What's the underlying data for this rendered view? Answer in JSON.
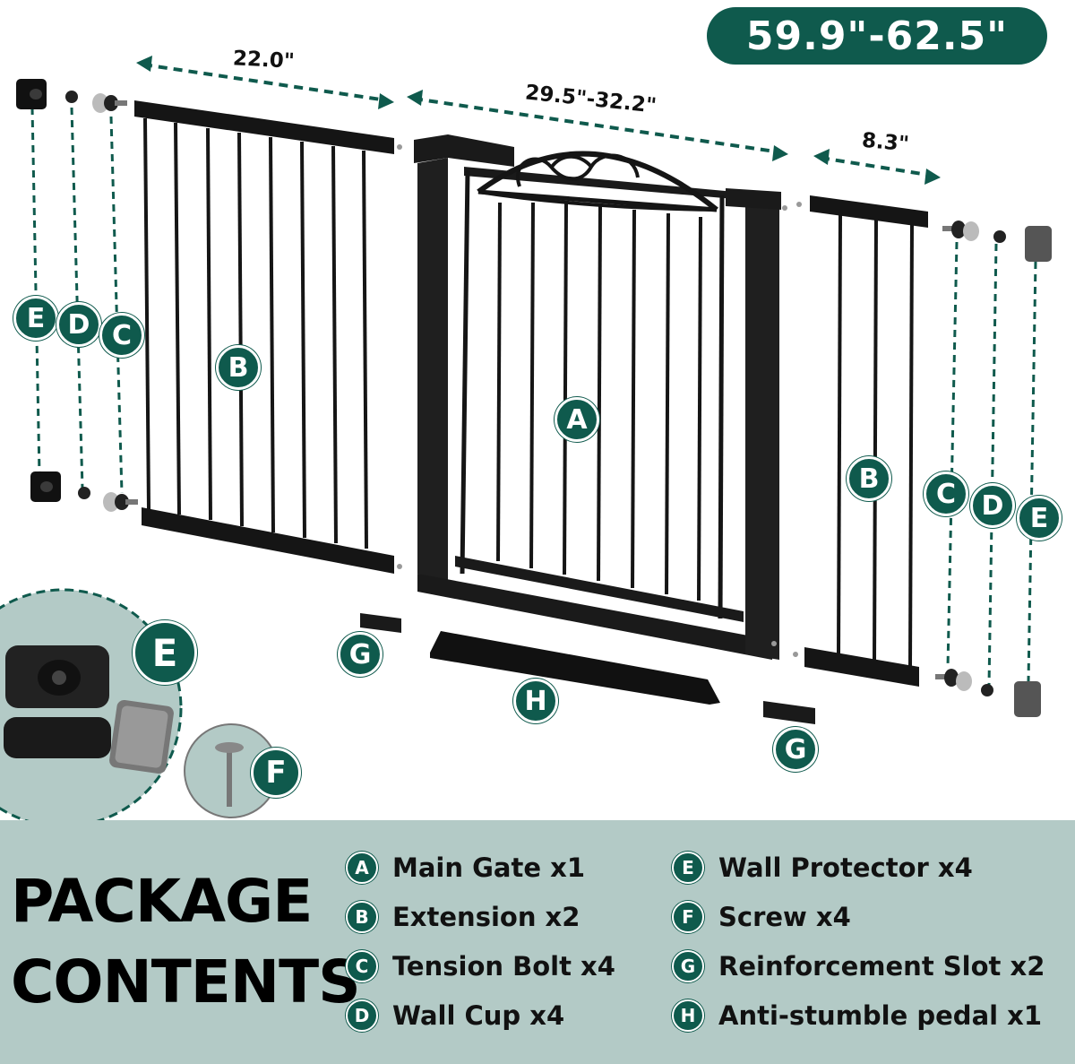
{
  "total_width": "59.9\"-62.5\"",
  "dimensions": {
    "left_extension": "22.0\"",
    "main_gate": "29.5\"-32.2\"",
    "right_extension": "8.3\""
  },
  "part_labels": {
    "main_gate": "A",
    "extension": "B",
    "tension_bolt": "C",
    "wall_cup": "D",
    "wall_protector": "E",
    "screw": "F",
    "slot": "G",
    "pedal": "H"
  },
  "package": {
    "title_line1": "PACKAGE",
    "title_line2": "CONTENTS",
    "items": [
      {
        "letter": "A",
        "text": "Main Gate x1"
      },
      {
        "letter": "B",
        "text": "Extension x2"
      },
      {
        "letter": "C",
        "text": "Tension Bolt x4"
      },
      {
        "letter": "D",
        "text": "Wall Cup x4"
      },
      {
        "letter": "E",
        "text": "Wall Protector x4"
      },
      {
        "letter": "F",
        "text": "Screw x4"
      },
      {
        "letter": "G",
        "text": "Reinforcement Slot x2"
      },
      {
        "letter": "H",
        "text": "Anti-stumble pedal x1"
      }
    ]
  },
  "colors": {
    "accent": "#0f5a4d",
    "panel": "#b3cac6",
    "metal": "#1a1a1a"
  }
}
